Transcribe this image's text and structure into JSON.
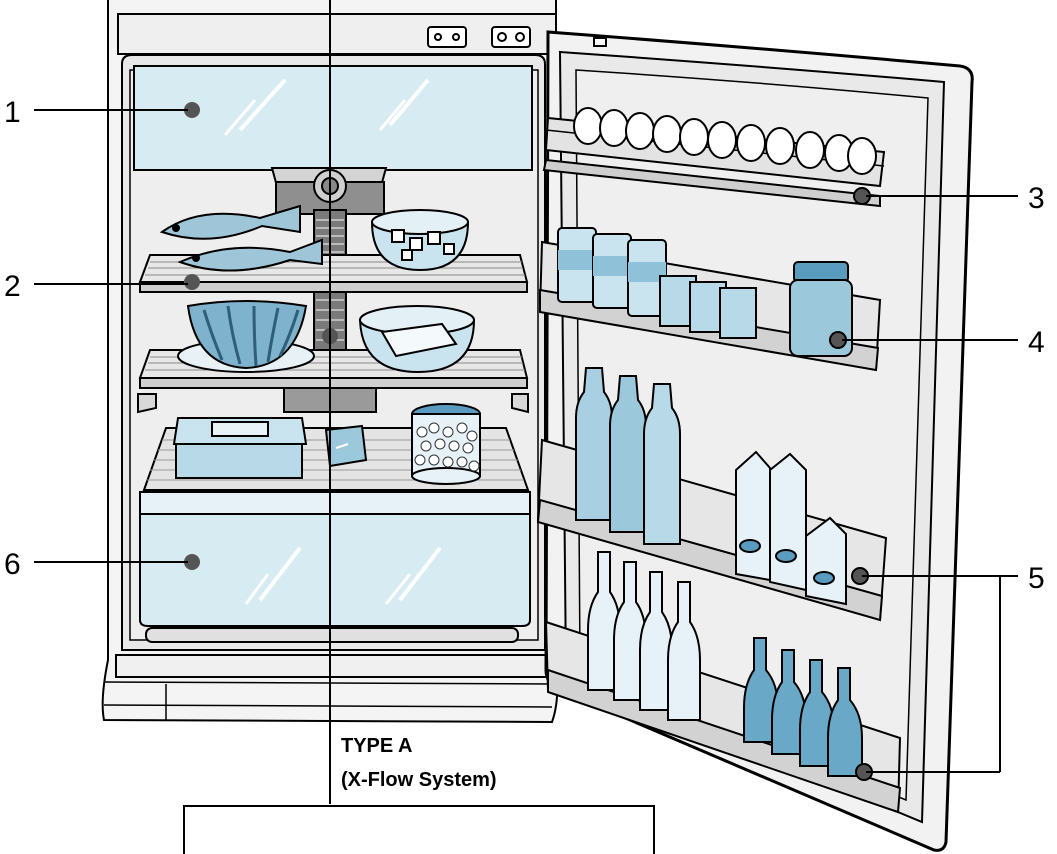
{
  "diagram": {
    "callouts": [
      {
        "id": "1",
        "label": "1"
      },
      {
        "id": "2",
        "label": "2"
      },
      {
        "id": "3",
        "label": "3"
      },
      {
        "id": "4",
        "label": "4"
      },
      {
        "id": "5",
        "label": "5"
      },
      {
        "id": "6",
        "label": "6"
      }
    ],
    "type_label": {
      "line1": "TYPE A",
      "line2": "(X-Flow System)"
    }
  },
  "colors": {
    "line": "#000000",
    "light_blue": "#cfe6f0",
    "mid_blue": "#9cc8dc",
    "deep_blue": "#5a9cc0",
    "grey": "#bdbdbd",
    "cabinet": "#f2f2f2"
  },
  "icons": {
    "glass-bottle": "bottle",
    "milk-carton": "carton",
    "egg": "egg",
    "fish": "fish",
    "bowl": "bowl"
  }
}
